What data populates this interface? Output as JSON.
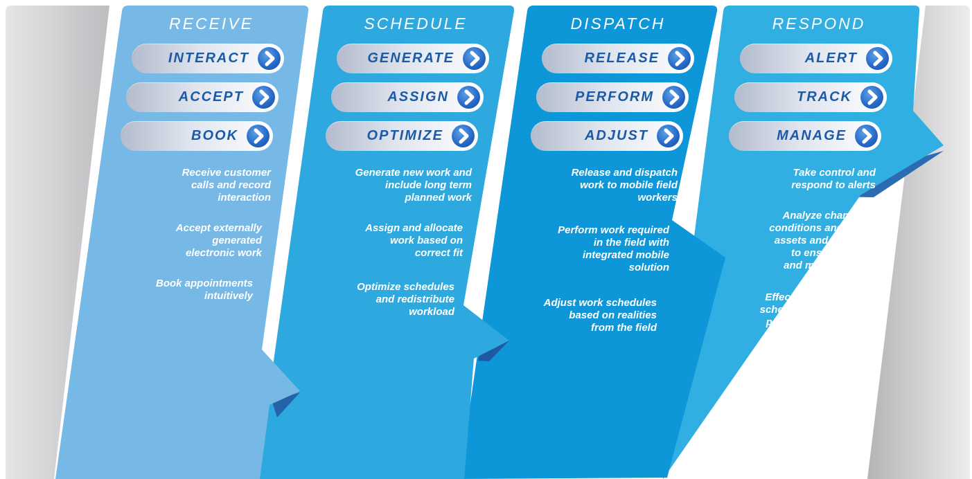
{
  "colors": {
    "receive_panel": "#76b8e6",
    "schedule_panel": "#2ea9e0",
    "dispatch_panel": "#0d97d9",
    "respond_panel": "#31aee2",
    "pill_text": "#1b5aa6",
    "arrow_button": "#2566c4"
  },
  "columns": [
    {
      "title": "RECEIVE",
      "steps": [
        "INTERACT",
        "ACCEPT",
        "BOOK"
      ],
      "descriptions": [
        "Receive customer\ncalls and record\ninteraction",
        "Accept externally\ngenerated\nelectronic work",
        "Book appointments\nintuitively"
      ]
    },
    {
      "title": "SCHEDULE",
      "steps": [
        "GENERATE",
        "ASSIGN",
        "OPTIMIZE"
      ],
      "descriptions": [
        "Generate new work and\ninclude long term\nplanned work",
        "Assign and allocate\nwork based on\ncorrect fit",
        "Optimize schedules\nand redistribute\nworkload"
      ]
    },
    {
      "title": "DISPATCH",
      "steps": [
        "RELEASE",
        "PERFORM",
        "ADJUST"
      ],
      "descriptions": [
        "Release and dispatch\nwork to mobile field\nworkers",
        "Perform work required\nin the field with\nintegrated mobile\nsolution",
        "Adjust work schedules\nbased on realities\nfrom the field"
      ]
    },
    {
      "title": "RESPOND",
      "steps": [
        "ALERT",
        "TRACK",
        "MANAGE"
      ],
      "descriptions": [
        "Take control and\nrespond to alerts",
        "Analyze changing\nconditions and track\nassets and workers\nto ensure safety\nand minimize risk",
        "Effectively manage\nschedules and work\nprograms aided by\nfield intelligence"
      ]
    }
  ]
}
